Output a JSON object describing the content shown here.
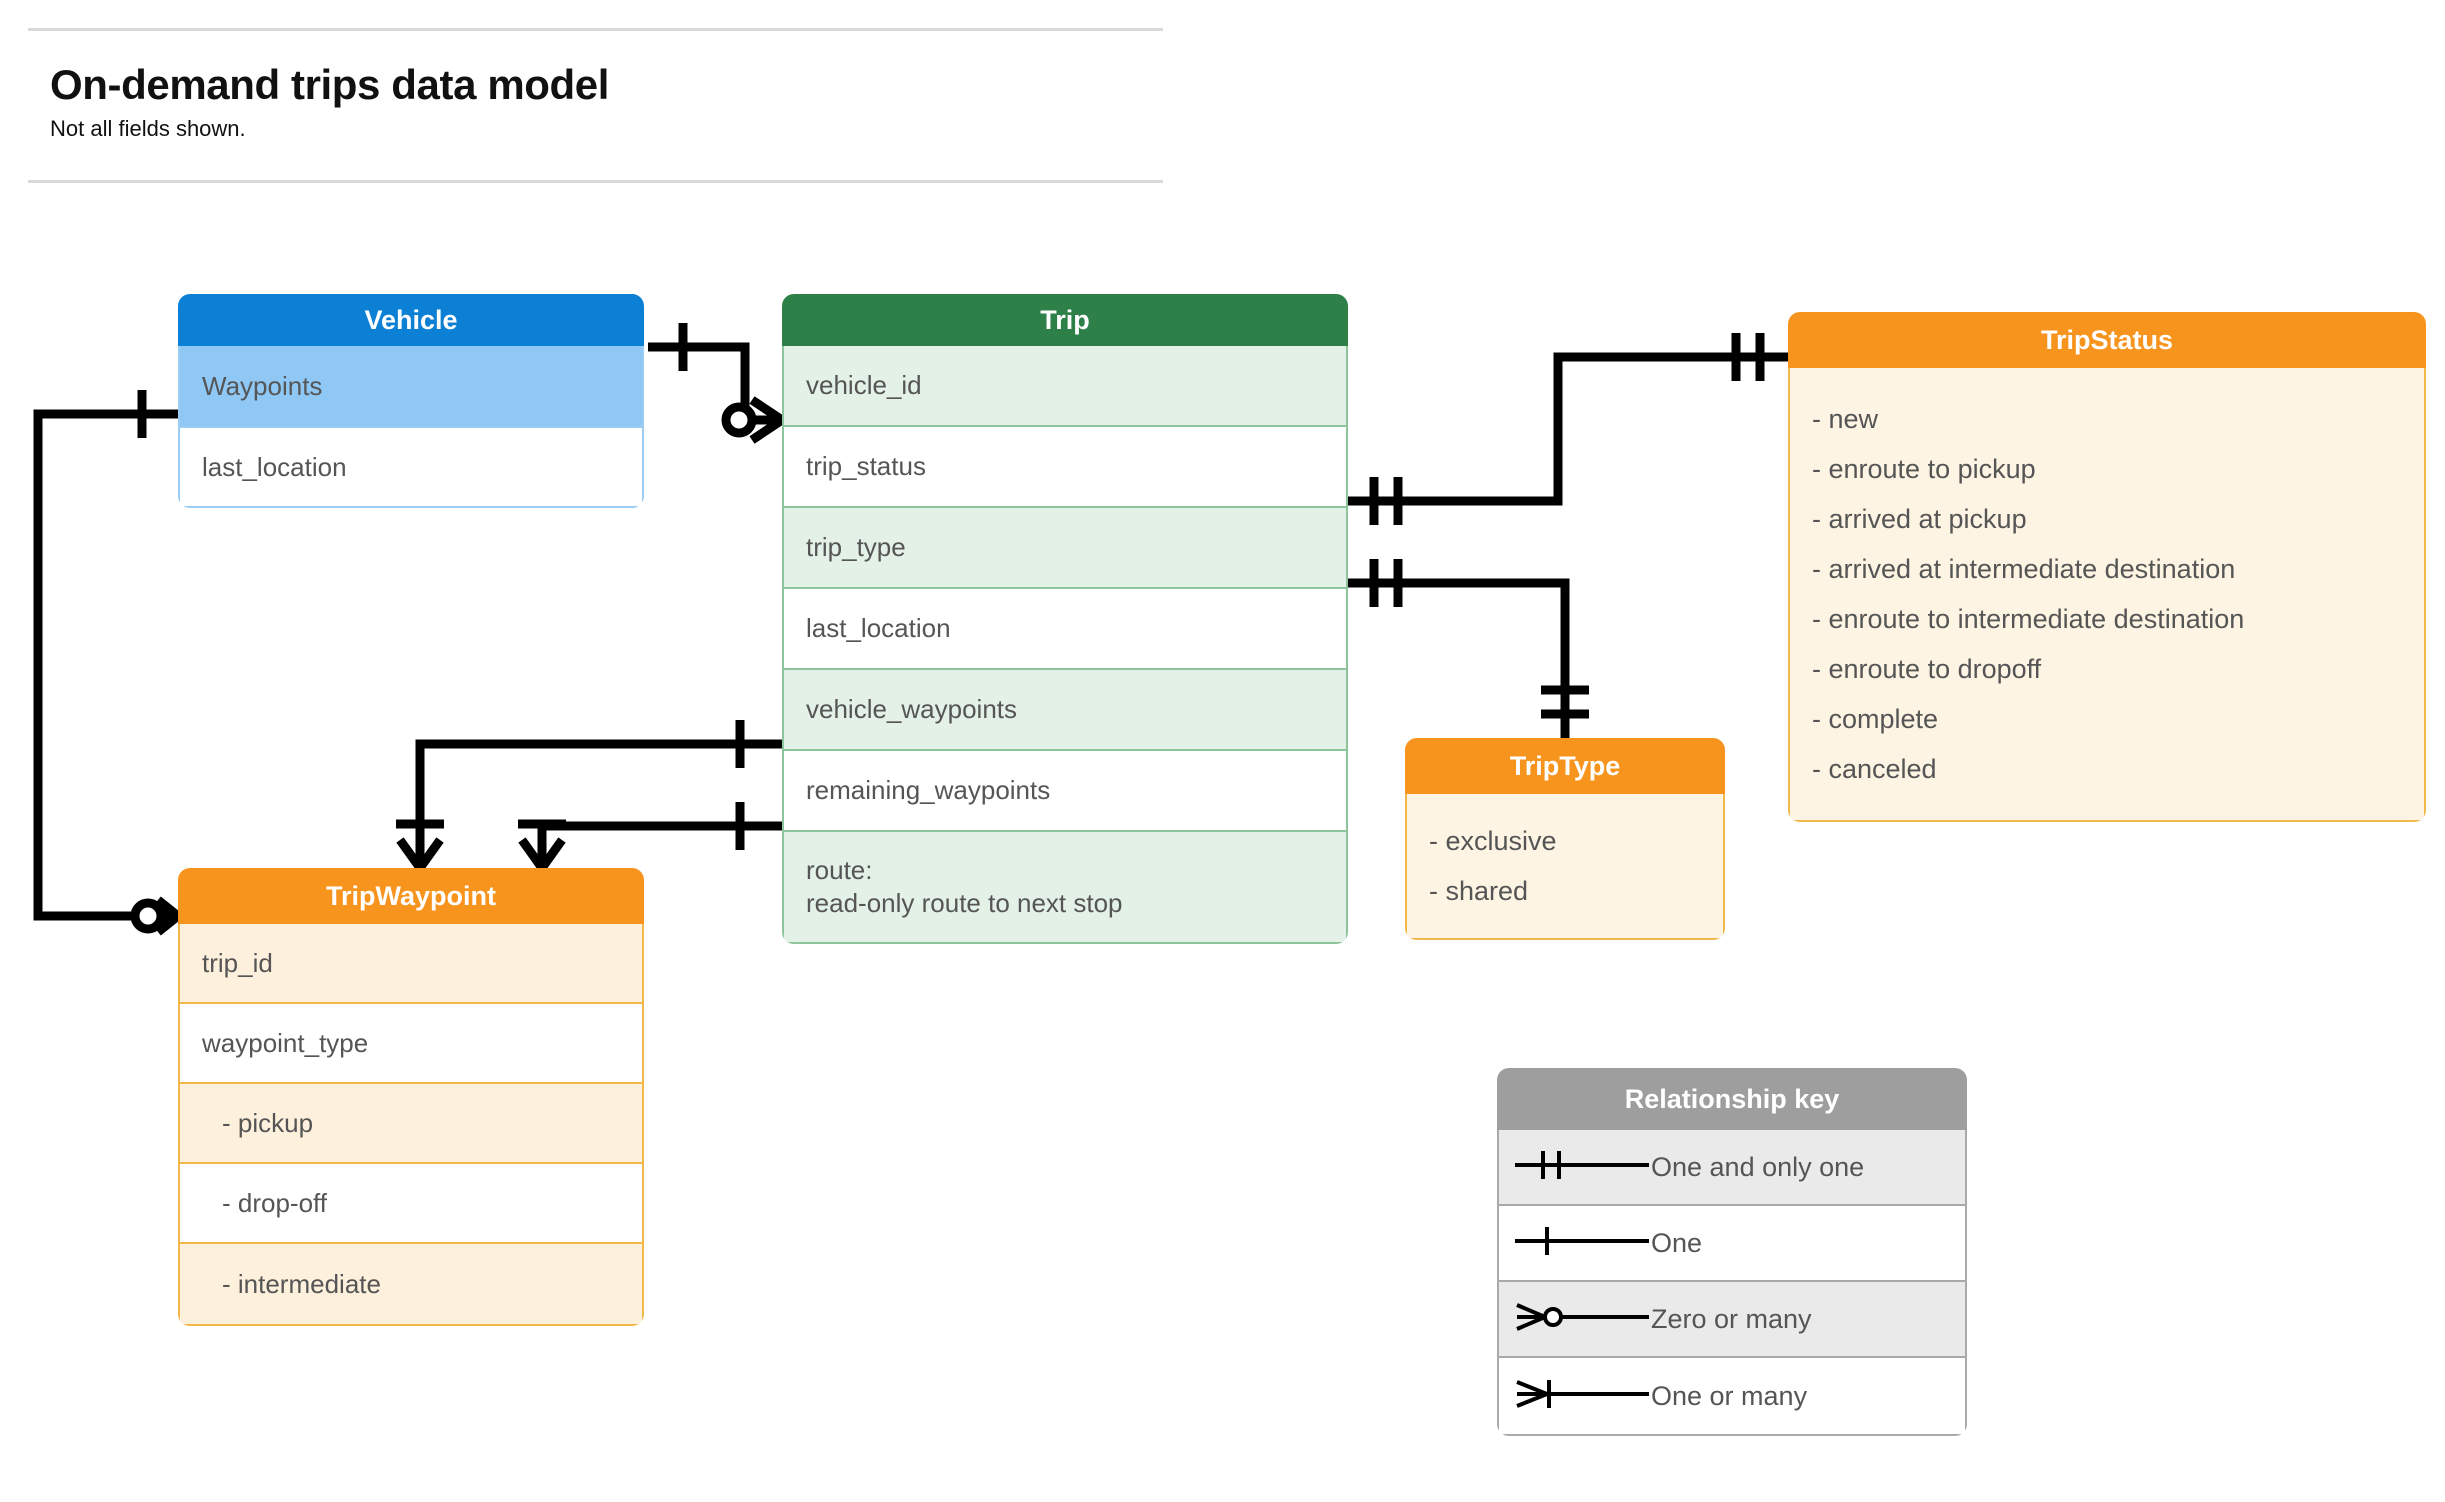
{
  "header": {
    "title": "On-demand trips data model",
    "subtitle": "Not all fields shown."
  },
  "entities": {
    "vehicle": {
      "title": "Vehicle",
      "header_color": "#0c80d4",
      "rows": [
        {
          "label": "Waypoints"
        },
        {
          "label": "last_location"
        }
      ]
    },
    "trip": {
      "title": "Trip",
      "header_color": "#2e8049",
      "rows": [
        {
          "label": "vehicle_id"
        },
        {
          "label": "trip_status"
        },
        {
          "label": "trip_type"
        },
        {
          "label": "last_location"
        },
        {
          "label": "vehicle_waypoints"
        },
        {
          "label": "remaining_waypoints"
        },
        {
          "label": "route:",
          "label2": "read-only route to next stop"
        }
      ]
    },
    "tripstatus": {
      "title": "TripStatus",
      "header_color": "#f7941e",
      "values": [
        "- new",
        "- enroute to pickup",
        "- arrived at pickup",
        "- arrived at intermediate destination",
        "- enroute to intermediate destination",
        "- enroute to dropoff",
        "- complete",
        "- canceled"
      ]
    },
    "triptype": {
      "title": "TripType",
      "header_color": "#f7941e",
      "values": [
        "- exclusive",
        "- shared"
      ]
    },
    "tripwaypoint": {
      "title": "TripWaypoint",
      "header_color": "#f7941e",
      "rows": [
        {
          "label": "trip_id"
        },
        {
          "label": "waypoint_type"
        },
        {
          "label": "-  pickup"
        },
        {
          "label": "-  drop-off"
        },
        {
          "label": "-  intermediate"
        }
      ]
    }
  },
  "legend": {
    "title": "Relationship key",
    "rows": [
      {
        "symbol": "one-and-only-one-icon",
        "label": "One and only one"
      },
      {
        "symbol": "one-icon",
        "label": "One"
      },
      {
        "symbol": "zero-or-many-icon",
        "label": "Zero or many"
      },
      {
        "symbol": "one-or-many-icon",
        "label": "One or many"
      }
    ]
  },
  "relationships": [
    {
      "from": "vehicle.header",
      "to": "trip.vehicle_id",
      "from_cardinality": "one",
      "to_cardinality": "zero-or-many"
    },
    {
      "from": "vehicle.Waypoints",
      "to": "tripwaypoint.header",
      "from_cardinality": "one",
      "to_cardinality": "zero-or-many"
    },
    {
      "from": "trip.trip_status",
      "to": "tripstatus.header",
      "from_cardinality": "one-and-only-one",
      "to_cardinality": "one-and-only-one"
    },
    {
      "from": "trip.trip_type",
      "to": "triptype.header",
      "from_cardinality": "one-and-only-one",
      "to_cardinality": "one-and-only-one"
    },
    {
      "from": "trip.vehicle_waypoints",
      "to": "tripwaypoint.top",
      "from_cardinality": "one",
      "to_cardinality": "one-or-many"
    },
    {
      "from": "trip.remaining_waypoints",
      "to": "tripwaypoint.top",
      "from_cardinality": "one",
      "to_cardinality": "one-or-many"
    }
  ]
}
